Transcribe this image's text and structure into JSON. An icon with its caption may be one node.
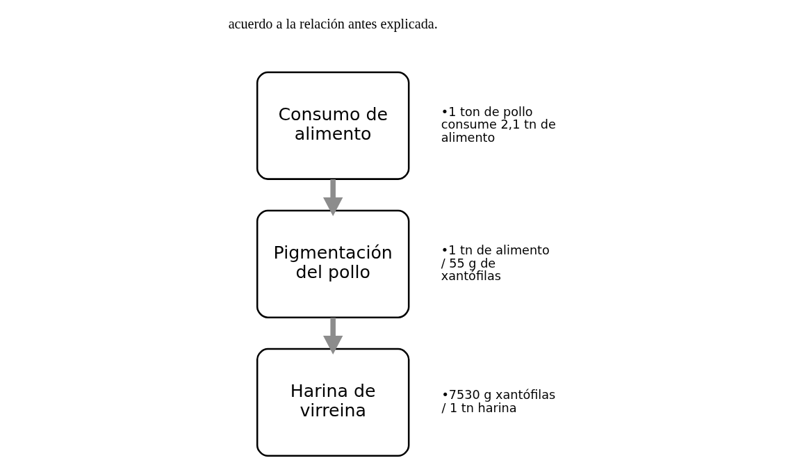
{
  "diagram": {
    "nodes": [
      {
        "text": [
          "Consumo de alimento"
        ],
        "beside": [
          "•1 ton de pollo consume 2,1 tn de alimento"
        ]
      },
      {
        "text": [
          "Pigmentación del pollo"
        ],
        "beside": [
          "•1 tn de alimento / 55 g de xantófilas"
        ]
      },
      {
        "text": [
          "Harina de virreina"
        ],
        "beside": [
          "•7530 g xantófilas / 1 tn harina"
        ]
      }
    ],
    "edges": [
      {
        "from": 0,
        "to": 1,
        "arrow": "to"
      },
      {
        "from": 1,
        "to": 2,
        "arrow": "to"
      }
    ],
    "labels": [
      "acuerdo a la relación antes explicada."
    ]
  }
}
